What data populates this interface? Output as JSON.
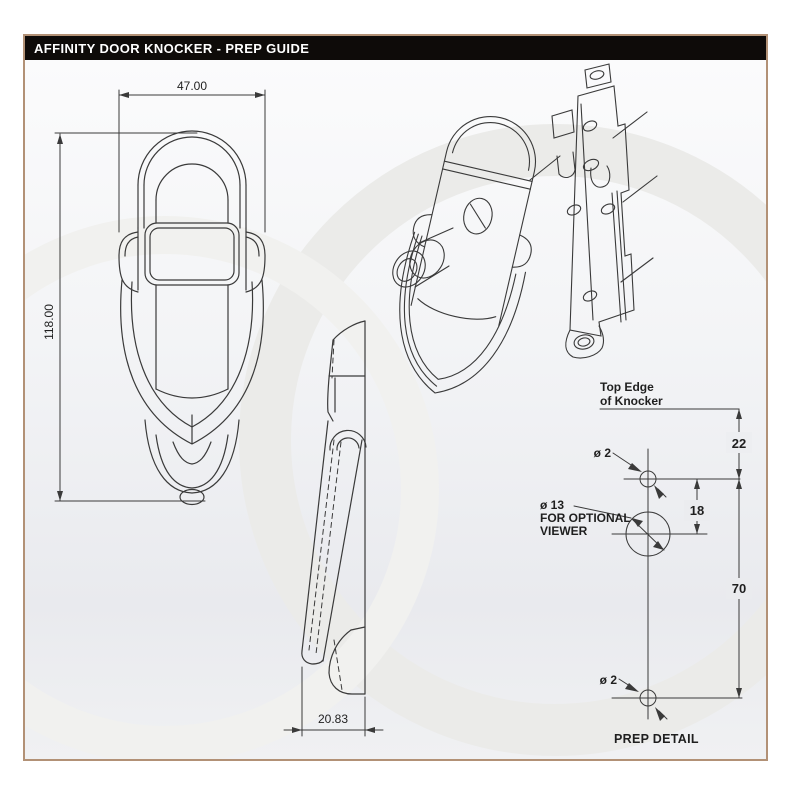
{
  "header": {
    "title": "AFFINITY DOOR KNOCKER - PREP GUIDE",
    "bg_color": "#0e0b09",
    "text_color": "#ffffff"
  },
  "frame": {
    "border_color": "#b29176",
    "content_bg": "#eef0f2"
  },
  "drawing": {
    "line_color": "#3a3a3a",
    "watermark_color": "#ebebe9"
  },
  "front_view": {
    "width_dim": "47.00",
    "height_dim": "118.00"
  },
  "side_view": {
    "thickness_dim": "20.83"
  },
  "prep_detail": {
    "top_edge_line1": "Top Edge",
    "top_edge_line2": "of Knocker",
    "dim_22": "22",
    "hole_top_label": "ø 2",
    "dim_18": "18",
    "viewer_dia_label": "ø 13",
    "viewer_note1": "FOR OPTIONAL",
    "viewer_note2": "VIEWER",
    "dim_70": "70",
    "hole_bottom_label": "ø 2",
    "title": "PREP DETAIL"
  }
}
